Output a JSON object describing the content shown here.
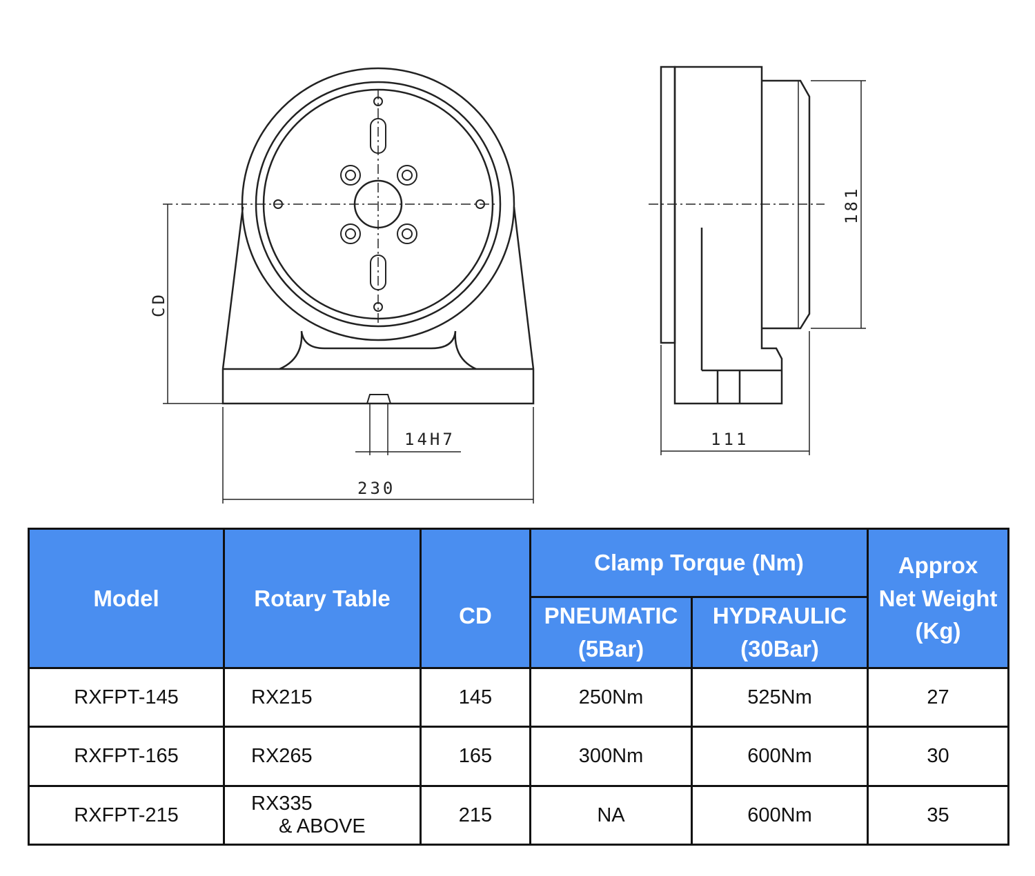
{
  "drawing": {
    "front_view": {
      "cd_label": "CD",
      "keyway_label": "14H7",
      "width_label": "230"
    },
    "side_view": {
      "height_label": "181",
      "depth_label": "111"
    }
  },
  "table": {
    "headers": {
      "model": "Model",
      "rotary_table": "Rotary Table",
      "cd": "CD",
      "clamp_torque": "Clamp Torque (Nm)",
      "pneumatic": "PNEUMATIC",
      "pneumatic_sub": "(5Bar)",
      "hydraulic": "HYDRAULIC",
      "hydraulic_sub": "(30Bar)",
      "weight_1": "Approx",
      "weight_2": "Net Weight",
      "weight_3": "(Kg)"
    },
    "rows": [
      {
        "model": "RXFPT-145",
        "rotary": "RX215",
        "rotary2": "",
        "cd": "145",
        "pneumatic": "250Nm",
        "hydraulic": "525Nm",
        "weight": "27"
      },
      {
        "model": "RXFPT-165",
        "rotary": "RX265",
        "rotary2": "",
        "cd": "165",
        "pneumatic": "300Nm",
        "hydraulic": "600Nm",
        "weight": "30"
      },
      {
        "model": "RXFPT-215",
        "rotary": "RX335",
        "rotary2": "& ABOVE",
        "cd": "215",
        "pneumatic": "NA",
        "hydraulic": "600Nm",
        "weight": "35"
      }
    ],
    "header_color": "#4a8ef0"
  }
}
